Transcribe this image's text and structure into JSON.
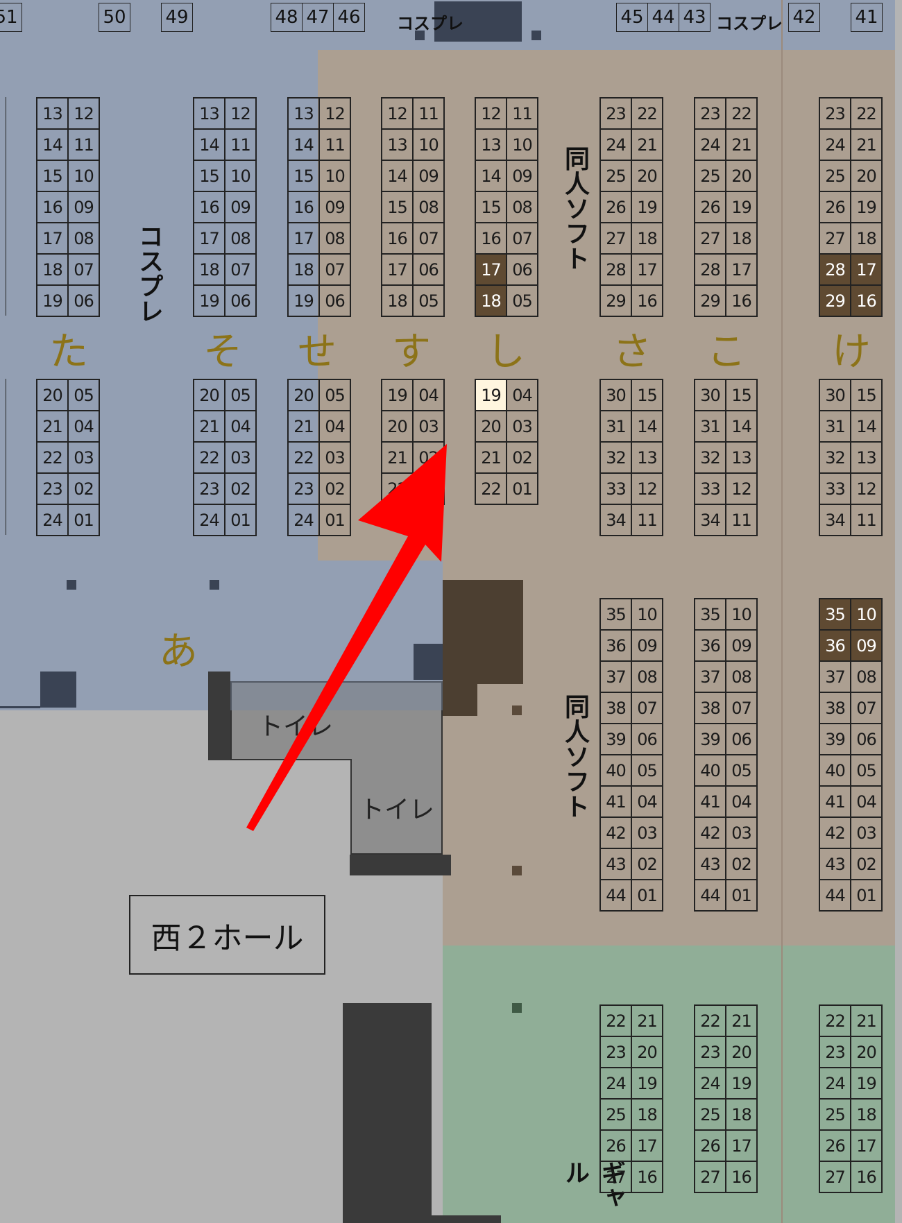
{
  "top_row": {
    "booths": [
      "51",
      "50",
      "49",
      "48",
      "47",
      "46",
      "45",
      "44",
      "43",
      "42",
      "41"
    ],
    "cosplay_label": "コスプレ"
  },
  "zone_labels": {
    "cosplay_vertical": "コスプレ",
    "doujin_soft": "同人ソフト",
    "galge": "ギャル"
  },
  "kana_rows": [
    "た",
    "そ",
    "せ",
    "す",
    "し",
    "さ",
    "こ",
    "け"
  ],
  "area_label": "あ",
  "toilet_label": "トイレ",
  "hall_label": "西２ホール",
  "block_a": {
    "rows": [
      [
        "13",
        "12"
      ],
      [
        "14",
        "11"
      ],
      [
        "15",
        "10"
      ],
      [
        "16",
        "09"
      ],
      [
        "17",
        "08"
      ],
      [
        "18",
        "07"
      ],
      [
        "19",
        "06"
      ]
    ]
  },
  "block_b": {
    "rows": [
      [
        "20",
        "05"
      ],
      [
        "21",
        "04"
      ],
      [
        "22",
        "03"
      ],
      [
        "23",
        "02"
      ],
      [
        "24",
        "01"
      ]
    ]
  },
  "block_su_top": {
    "rows": [
      [
        "12",
        "11"
      ],
      [
        "13",
        "10"
      ],
      [
        "14",
        "09"
      ],
      [
        "15",
        "08"
      ],
      [
        "16",
        "07"
      ],
      [
        "17",
        "06"
      ],
      [
        "18",
        "05"
      ]
    ]
  },
  "block_su_bottom": {
    "rows": [
      [
        "19",
        "04"
      ],
      [
        "20",
        "03"
      ],
      [
        "21",
        "02"
      ],
      [
        "22",
        "01"
      ]
    ]
  },
  "block_sa_top": {
    "rows": [
      [
        "23",
        "22"
      ],
      [
        "24",
        "21"
      ],
      [
        "25",
        "20"
      ],
      [
        "26",
        "19"
      ],
      [
        "27",
        "18"
      ],
      [
        "28",
        "17"
      ],
      [
        "29",
        "16"
      ]
    ]
  },
  "block_sa_mid": {
    "rows": [
      [
        "30",
        "15"
      ],
      [
        "31",
        "14"
      ],
      [
        "32",
        "13"
      ],
      [
        "33",
        "12"
      ],
      [
        "34",
        "11"
      ]
    ]
  },
  "block_sa_low": {
    "rows": [
      [
        "35",
        "10"
      ],
      [
        "36",
        "09"
      ],
      [
        "37",
        "08"
      ],
      [
        "38",
        "07"
      ],
      [
        "39",
        "06"
      ],
      [
        "40",
        "05"
      ],
      [
        "41",
        "04"
      ],
      [
        "42",
        "03"
      ],
      [
        "43",
        "02"
      ],
      [
        "44",
        "01"
      ]
    ]
  },
  "block_green": {
    "rows": [
      [
        "22",
        "21"
      ],
      [
        "23",
        "20"
      ],
      [
        "24",
        "19"
      ],
      [
        "25",
        "18"
      ],
      [
        "26",
        "17"
      ],
      [
        "27",
        "16"
      ]
    ]
  },
  "colors": {
    "blue_zone": "#939fb3",
    "brown_zone": "#ac9f91",
    "green_zone": "#90ae97",
    "floor": "#b4b4b4",
    "highlight": "#5f4a32",
    "kana": "#8c7318",
    "arrow": "#ff0000"
  }
}
